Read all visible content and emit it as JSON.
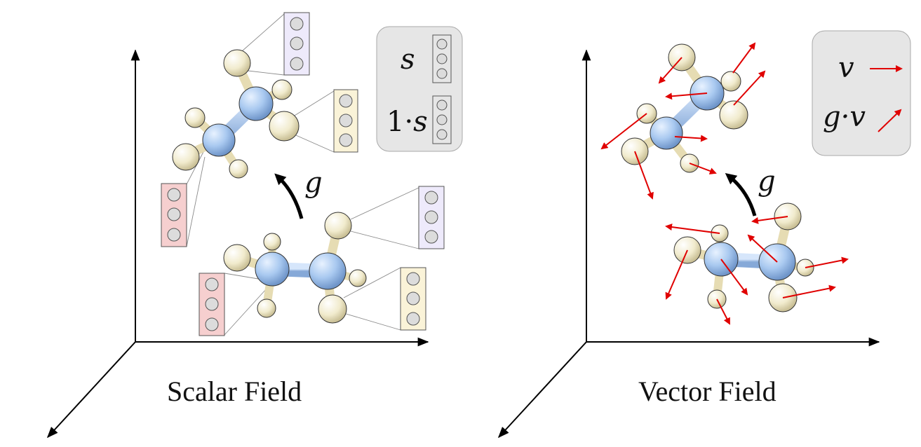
{
  "panels": {
    "scalar": {
      "caption": "Scalar Field",
      "transform_label": "g",
      "legend": {
        "row1_label": "s",
        "row2_prefix": "1·",
        "row2_symbol": "s"
      }
    },
    "vector": {
      "caption": "Vector Field",
      "transform_label": "g",
      "legend": {
        "row1_label": "v",
        "row2_prefix": "g·",
        "row2_symbol": "v"
      }
    }
  },
  "colors": {
    "carbon": "#a9c9f0",
    "hydrogen": "#f1ebcd",
    "vector_arrow": "#e00000",
    "legend_bg": "#e6e6e6",
    "feature_pink": "#f6cfcf",
    "feature_lavender": "#eeeafb",
    "feature_cream": "#faf3d8",
    "axis": "#000000"
  }
}
